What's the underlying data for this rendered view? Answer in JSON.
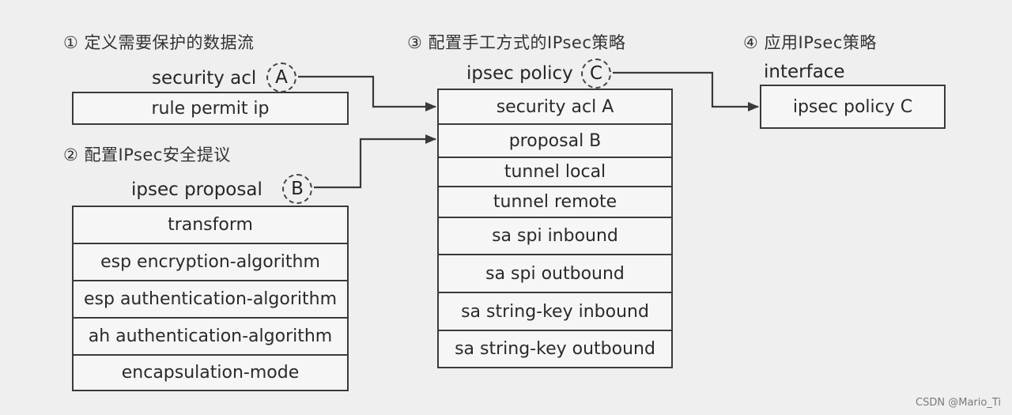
{
  "sections": {
    "s1_title": "① 定义需要保护的数据流",
    "s2_title": "② 配置IPsec安全提议",
    "s3_title": "③ 配置手工方式的IPsec策略",
    "s4_title": "④ 应用IPsec策略"
  },
  "acl": {
    "label": "security acl",
    "marker": "A",
    "rows": [
      "rule permit ip"
    ]
  },
  "proposal": {
    "label": "ipsec proposal",
    "marker": "B",
    "rows": [
      "transform",
      "esp encryption-algorithm",
      "esp authentication-algorithm",
      "ah authentication-algorithm",
      "encapsulation-mode"
    ]
  },
  "policy": {
    "label": "ipsec policy",
    "marker": "C",
    "rows": [
      "security acl A",
      "proposal B",
      "tunnel local",
      "tunnel remote",
      "sa spi inbound",
      "sa spi outbound",
      "sa string-key inbound",
      "sa string-key outbound"
    ]
  },
  "interface": {
    "label": "interface",
    "rows": [
      "ipsec policy C"
    ]
  },
  "watermark": "CSDN @Mario_Ti"
}
